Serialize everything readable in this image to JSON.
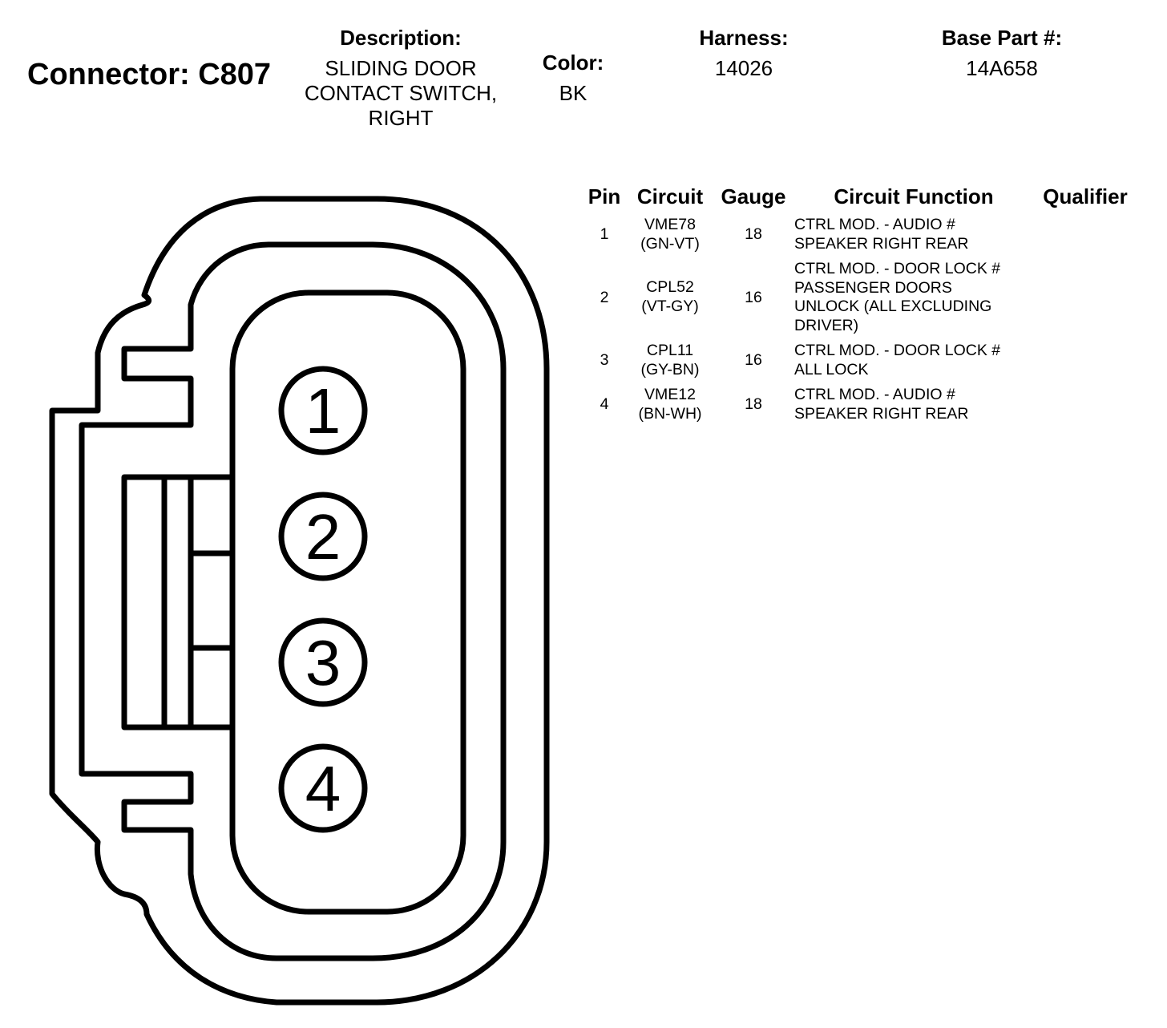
{
  "connector": {
    "title": "Connector: C807"
  },
  "description": {
    "label": "Description:",
    "value": "SLIDING DOOR\nCONTACT SWITCH,\nRIGHT"
  },
  "color": {
    "label": "Color:",
    "value": "BK"
  },
  "harness": {
    "label": "Harness:",
    "value": "14026"
  },
  "base_part": {
    "label": "Base Part #:",
    "value": "14A658"
  },
  "table": {
    "headers": [
      "Pin",
      "Circuit",
      "Gauge",
      "Circuit Function",
      "Qualifier"
    ],
    "rows": [
      {
        "pin": "1",
        "circuit": "VME78\n(GN-VT)",
        "gauge": "18",
        "function": "CTRL MOD. - AUDIO #\nSPEAKER RIGHT REAR",
        "qualifier": ""
      },
      {
        "pin": "2",
        "circuit": "CPL52\n(VT-GY)",
        "gauge": "16",
        "function": "CTRL MOD. - DOOR LOCK #\nPASSENGER DOORS\nUNLOCK (ALL EXCLUDING\nDRIVER)",
        "qualifier": ""
      },
      {
        "pin": "3",
        "circuit": "CPL11\n(GY-BN)",
        "gauge": "16",
        "function": "CTRL MOD. - DOOR LOCK #\nALL LOCK",
        "qualifier": ""
      },
      {
        "pin": "4",
        "circuit": "VME12\n(BN-WH)",
        "gauge": "18",
        "function": "CTRL MOD. - AUDIO #\nSPEAKER RIGHT REAR",
        "qualifier": ""
      }
    ]
  },
  "diagram": {
    "pin_labels": [
      "1",
      "2",
      "3",
      "4"
    ]
  }
}
